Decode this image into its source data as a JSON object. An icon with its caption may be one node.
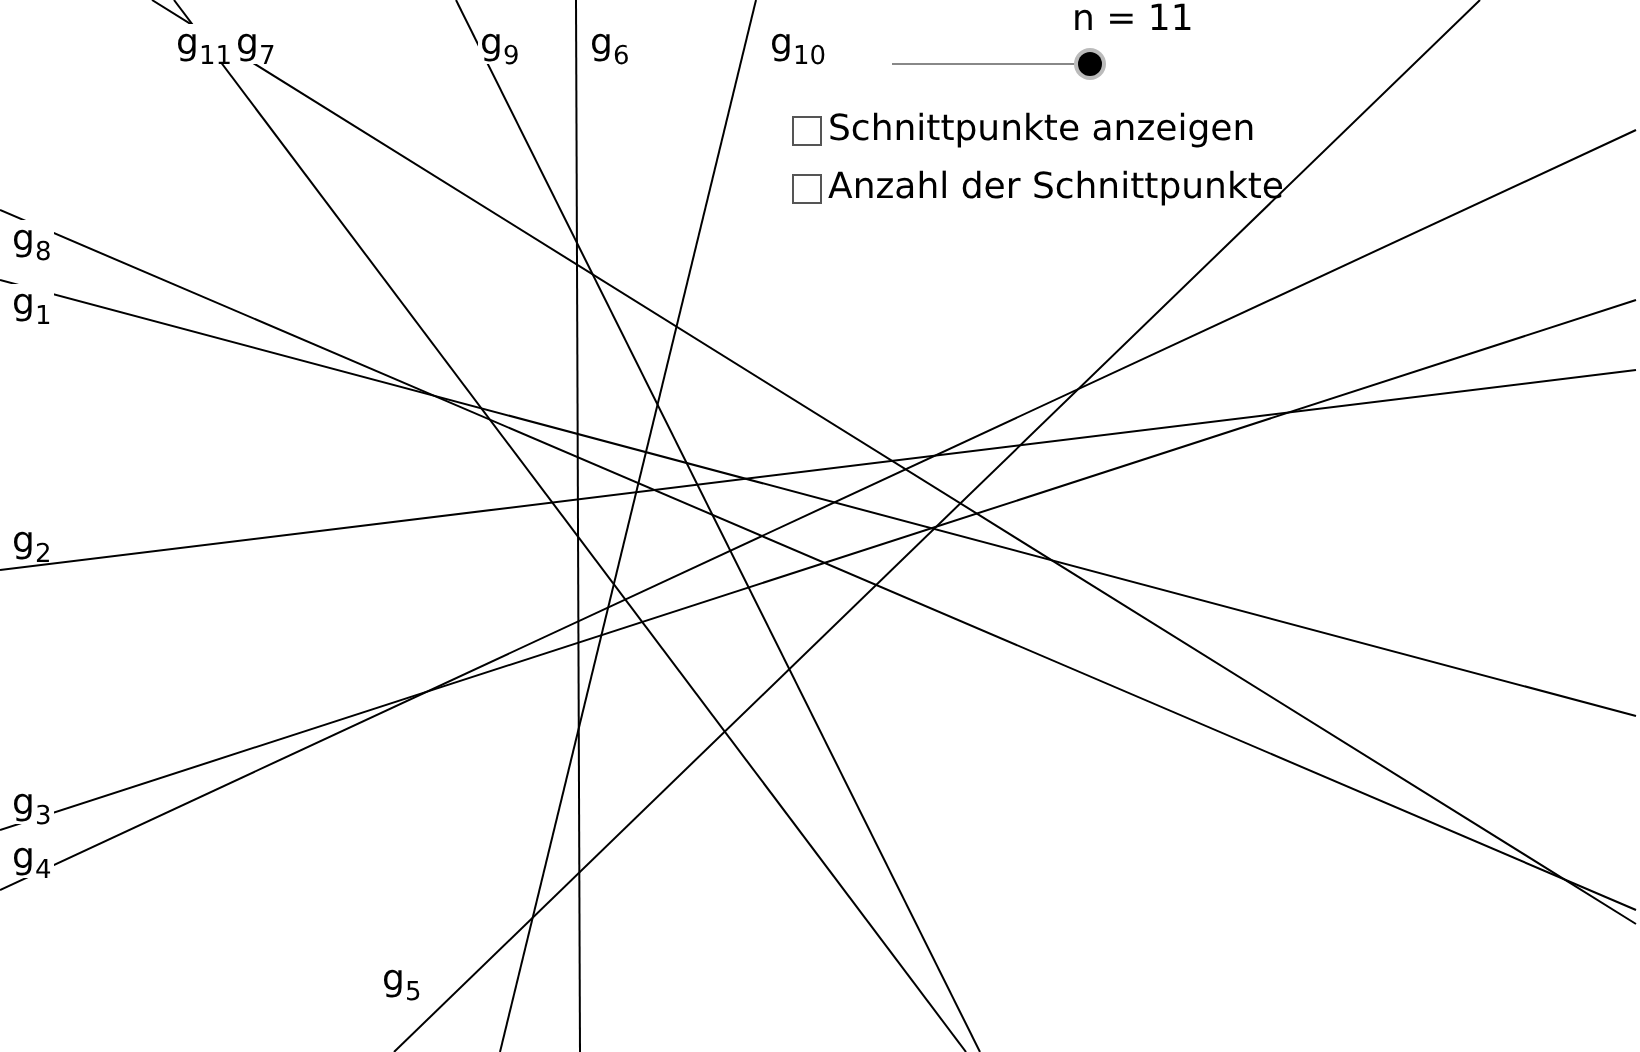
{
  "diagram": {
    "labels": [
      "g$_{11}$",
      "g$_{7}$",
      "g$_{9}$",
      "g$_{6}$",
      "g$_{10}$",
      "n = 11",
      "Schnittpunkte anzeigen",
      "Anzahl der Schnittpunkte",
      "g$_{8}$",
      "g$_{1}$",
      "g$_{2}$",
      "g$_{3}$",
      "g$_{4}$",
      "g$_{5}$"
    ]
  }
}
